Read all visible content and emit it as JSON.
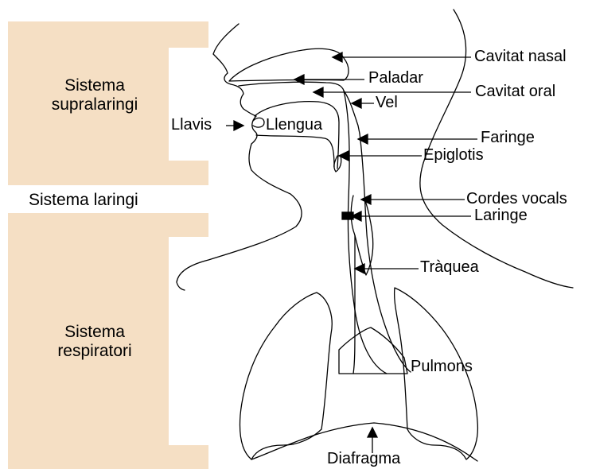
{
  "diagram": {
    "colors": {
      "panel": "#f5dfc4",
      "line": "#000000",
      "background": "#ffffff"
    },
    "systems": {
      "supra_line1": "Sistema",
      "supra_line2": "supralaringi",
      "laringi": "Sistema laringi",
      "resp_line1": "Sistema",
      "resp_line2": "respiratori"
    },
    "labels": {
      "cavitat_nasal": "Cavitat nasal",
      "paladar": "Paladar",
      "cavitat_oral": "Cavitat oral",
      "vel": "Vel",
      "llavis": "Llavis",
      "llengua": "Llengua",
      "faringe": "Faringe",
      "epiglotis": "Epiglotis",
      "cordes_vocals": "Cordes vocals",
      "laringe": "Laringe",
      "traquea": "Tràquea",
      "pulmons": "Pulmons",
      "diafragma": "Diafragma"
    }
  }
}
